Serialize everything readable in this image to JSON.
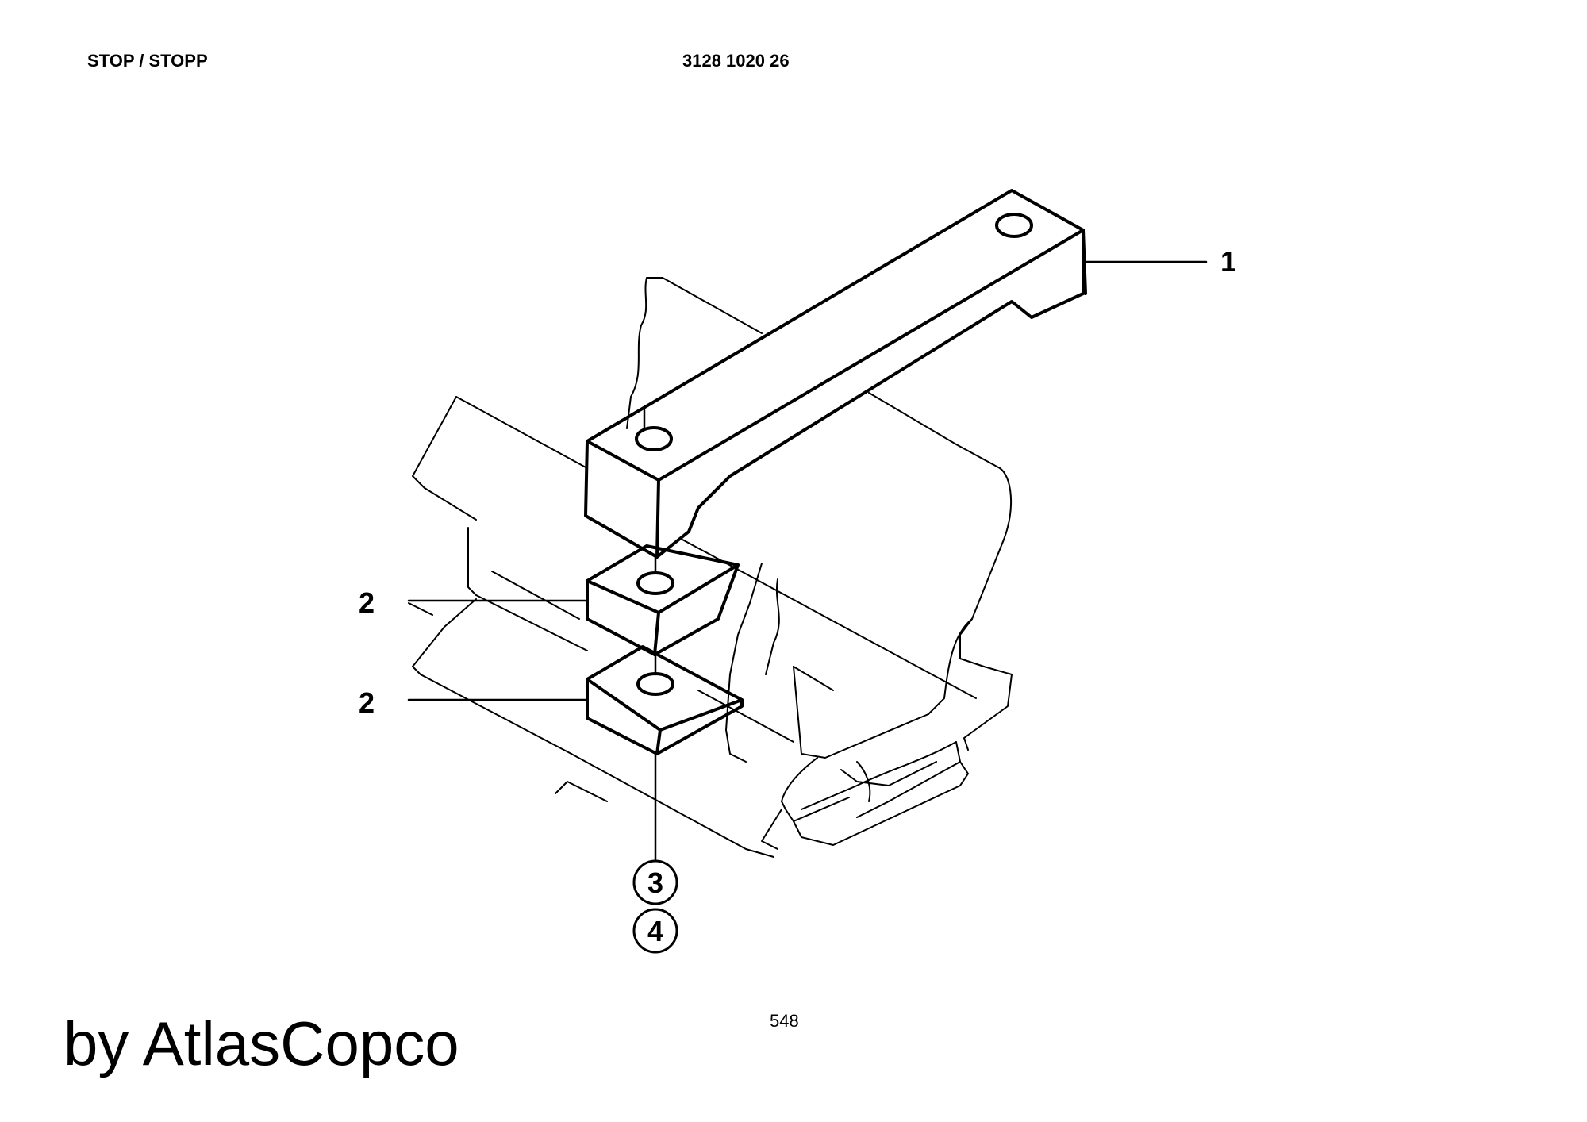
{
  "header": {
    "title": "STOP / STOPP",
    "part_number": "3128 1020 26"
  },
  "callouts": {
    "item_1": "1",
    "item_2a": "2",
    "item_2b": "2",
    "item_3": "3",
    "item_4": "4"
  },
  "footer": {
    "page_number": "548",
    "brand": "by AtlasCopco"
  }
}
